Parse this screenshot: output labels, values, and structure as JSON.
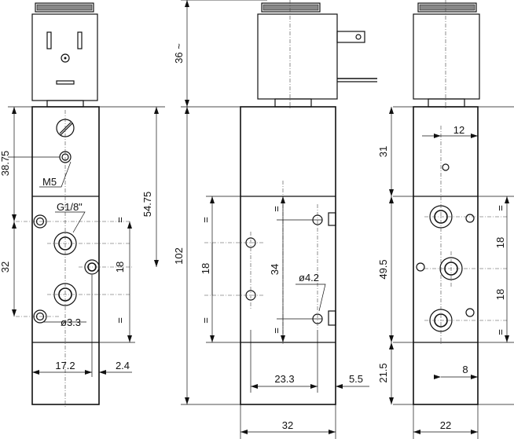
{
  "dimensions": {
    "d_38_75": "38.75",
    "d_54_75": "54.75",
    "d_32_left": "32",
    "d_18_left": "18",
    "d_17_2": "17.2",
    "d_2_4": "2.4",
    "d_36": "36 ~",
    "d_102": "102",
    "d_18_mid": "18",
    "d_34": "34",
    "d_23_3": "23.3",
    "d_5_5": "5.5",
    "d_31": "31",
    "d_49_5": "49.5",
    "d_21_5": "21.5",
    "d_32_bottom": "32",
    "d_12": "12",
    "d_18_right_a": "18",
    "d_18_right_b": "18",
    "d_8": "8",
    "d_22": "22"
  },
  "labels": {
    "m5": "M5",
    "g18": "G1/8\"",
    "dia33": "ø3.3",
    "dia42": "ø4.2",
    "eq": "="
  }
}
